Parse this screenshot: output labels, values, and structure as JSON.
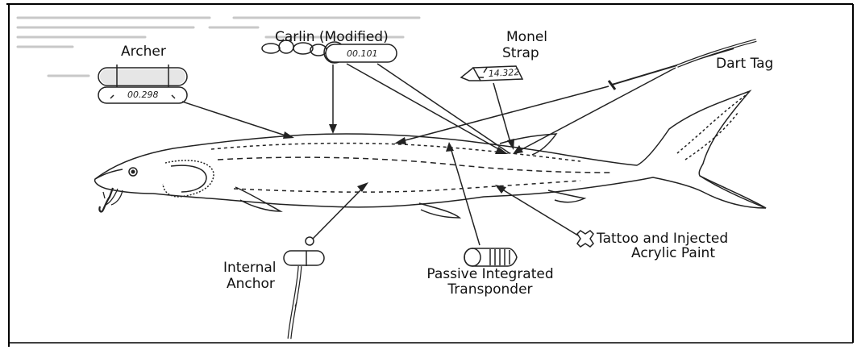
{
  "labels": {
    "archer": "Archer",
    "carlin": "Carlin (Modified)",
    "monel_line1": "Monel",
    "monel_line2": "Strap",
    "dart": "Dart Tag",
    "anchor_line1": "Internal",
    "anchor_line2": "Anchor",
    "pit_line1": "Passive Integrated",
    "pit_line2": "Transponder",
    "tattoo_line1": "Tattoo and Injected",
    "tattoo_line2": "Acrylic Paint"
  },
  "tag_numbers": {
    "archer": "00.298",
    "carlin": "00.101",
    "monel": "14.322"
  },
  "icons": [
    "archer-tag-icon",
    "carlin-tag-icon",
    "monel-strap-icon",
    "dart-tag-icon",
    "internal-anchor-icon",
    "pit-tag-icon",
    "tattoo-cross-icon",
    "sturgeon-fish"
  ]
}
